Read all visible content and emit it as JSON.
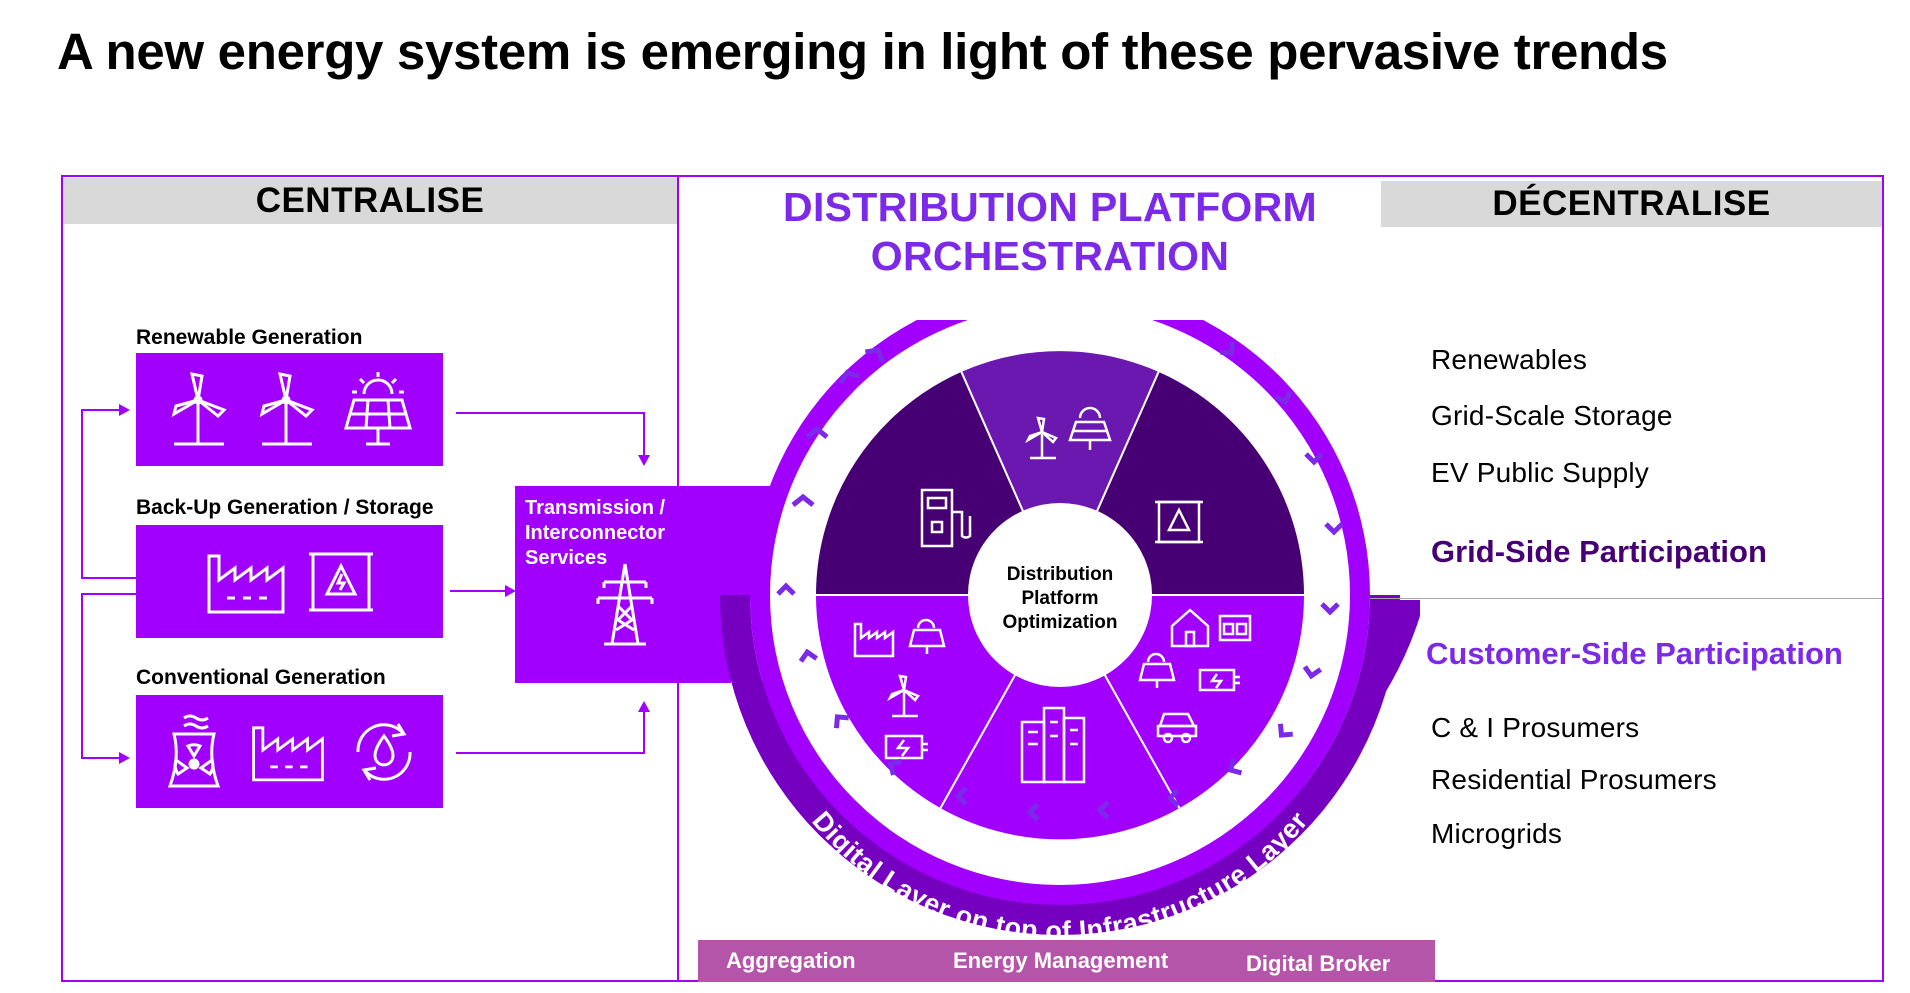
{
  "title": "A new energy system  is emerging in light of these pervasive trends",
  "left": {
    "header": "CENTRALISE",
    "groups": [
      {
        "label": "Renewable Generation",
        "icons": [
          "wind-turbine-icon",
          "wind-turbine-icon",
          "solar-panel-icon"
        ]
      },
      {
        "label": "Back-Up Generation / Storage",
        "icons": [
          "factory-icon",
          "battery-storage-icon"
        ]
      },
      {
        "label": "Conventional Generation",
        "icons": [
          "nuclear-plant-icon",
          "factory-icon",
          "hydro-cycle-icon"
        ]
      }
    ],
    "transmission": {
      "label": "Transmission /\nInterconnector Services",
      "icon": "transmission-tower-icon"
    }
  },
  "center": {
    "heading": "DISTRIBUTION PLATFORM\nORCHESTRATION",
    "hub_label": [
      "Distribution",
      "Platform",
      "Optimization"
    ],
    "ring_label": "Digital Layer on top of Infrastructure Layer",
    "bottom_bar": [
      "Aggregation",
      "Energy Management",
      "Digital Broker"
    ]
  },
  "right": {
    "header": "DÉCENTRALISE",
    "grid_items": [
      "Renewables",
      "Grid-Scale Storage",
      "EV Public Supply"
    ],
    "grid_heading": "Grid-Side Participation",
    "customer_heading": "Customer-Side Participation",
    "customer_items": [
      "C & I Prosumers",
      "Residential Prosumers",
      "Microgrids"
    ]
  },
  "colors": {
    "accent": "#a100ff",
    "dark_purple": "#460073",
    "mid_purple": "#7d2ae8",
    "bar": "#b455aa",
    "header_gray": "#d9d9d9"
  }
}
